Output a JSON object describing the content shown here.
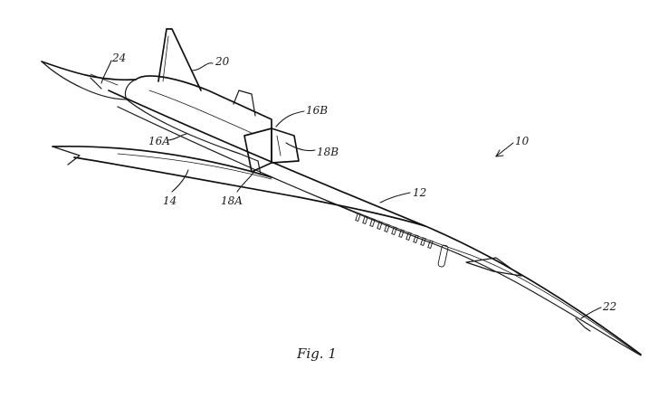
{
  "figure": {
    "caption": "Fig. 1",
    "labels": {
      "aircraft": "10",
      "fuselage": "12",
      "wing": "14",
      "inlet_a": "16A",
      "inlet_b": "16B",
      "outlet_a": "18A",
      "outlet_b": "18B",
      "tail": "20",
      "nose": "22",
      "exhaust": "24"
    }
  }
}
